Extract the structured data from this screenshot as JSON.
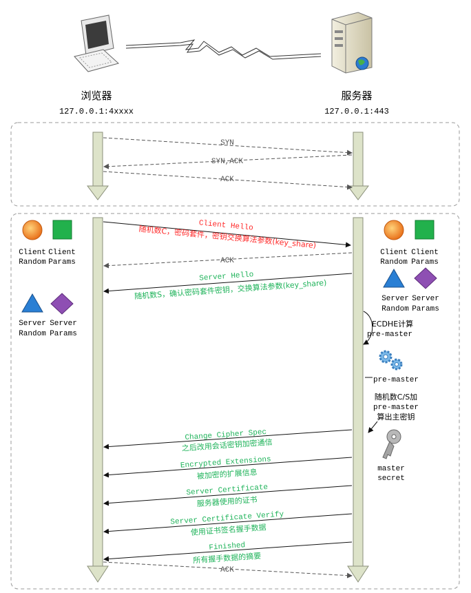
{
  "colors": {
    "red": "#ff2a2a",
    "green": "#1fb35a",
    "gray": "#555555",
    "bar_fill": "#dde3c9",
    "bar_stroke": "#8a8f7a"
  },
  "client": {
    "name": "浏览器",
    "addr": "127.0.0.1:4xxxx"
  },
  "server": {
    "name": "服务器",
    "addr": "127.0.0.1:443"
  },
  "handshake": {
    "syn": "SYN",
    "synack": "SYN,ACK",
    "ack": "ACK"
  },
  "tls": {
    "client_hello": "Client Hello",
    "client_hello_sub": "随机数C，密码套件，密钥交换算法参数(key_share)",
    "ack1": "ACK",
    "server_hello": "Server Hello",
    "server_hello_sub": "随机数S，确认密码套件密钥，交换算法参数(key_share)",
    "ccs": "Change Cipher Spec",
    "ccs_sub": "之后改用会话密钥加密通信",
    "ee": "Encrypted Extensions",
    "ee_sub": "被加密的扩展信息",
    "cert": "Server Certificate",
    "cert_sub": "服务器使用的证书",
    "cv": "Server Certificate Verify",
    "cv_sub": "使用证书签名握手数据",
    "fin": "Finished",
    "fin_sub": "所有握手数据的摘要",
    "ack2": "ACK"
  },
  "client_labels": {
    "client_random": [
      "Client",
      "Random"
    ],
    "client_params": [
      "Client",
      "Params"
    ],
    "server_random": [
      "Server",
      "Random"
    ],
    "server_params": [
      "Server",
      "Params"
    ]
  },
  "server_labels": {
    "client_random": [
      "Client",
      "Random"
    ],
    "client_params": [
      "Client",
      "Params"
    ],
    "server_random": [
      "Server",
      "Random"
    ],
    "server_params": [
      "Server",
      "Params"
    ]
  },
  "notes": {
    "ecdhe": [
      "ECDHE计算",
      "pre-master"
    ],
    "premaster": "pre-master",
    "derive": [
      "随机数C/S加",
      "pre-master",
      "算出主密钥"
    ],
    "master": [
      "master",
      "secret"
    ]
  },
  "icons": [
    "computer-icon",
    "server-icon",
    "gear-icon",
    "key-icon"
  ]
}
